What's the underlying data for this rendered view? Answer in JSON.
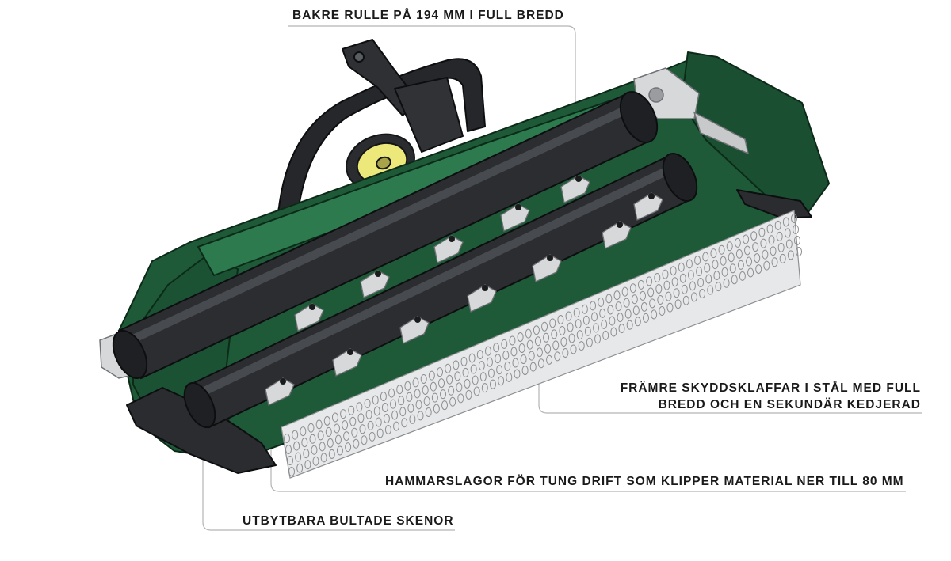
{
  "colors": {
    "body_green": "#1e5a38",
    "body_green_dark": "#123c25",
    "body_green_light": "#2d7a4e",
    "roller_black": "#2b2d30",
    "roller_highlight": "#474a4f",
    "steel": "#d6d8da",
    "wheel_yellow": "#ede87a",
    "leader_line": "#b3b3b3"
  },
  "callouts": {
    "rear_roller": "BAKRE RULLE PÅ 194 MM I FULL BREDD",
    "front_flaps_line1": "FRÄMRE SKYDDSKLAFFAR I STÅL MED FULL",
    "front_flaps_line2": "BREDD OCH EN SEKUNDÄR KEDJERAD",
    "hammers": "HAMMARSLAGOR FÖR TUNG DRIFT SOM KLIPPER MATERIAL NER TILL 80 MM",
    "skids": "UTBYTBARA BULTADE SKENOR"
  }
}
